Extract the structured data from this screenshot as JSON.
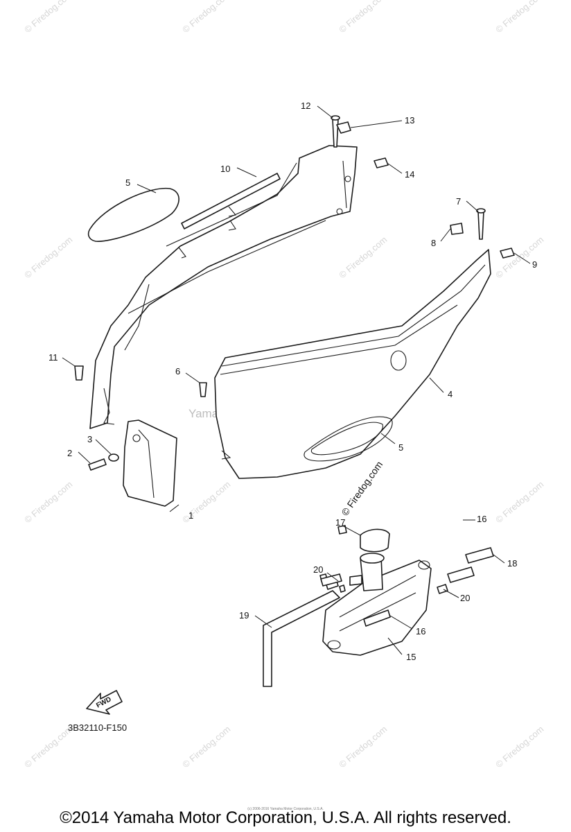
{
  "watermark": "© Firedog.com",
  "diagram": {
    "manufacturer_watermark": "Yamaha Motor Corp, U.S.A.",
    "diagram_code": "3B32110-F150",
    "fwd_label": "FWD",
    "callouts": [
      {
        "id": "c1",
        "label": "1"
      },
      {
        "id": "c2",
        "label": "2"
      },
      {
        "id": "c3",
        "label": "3"
      },
      {
        "id": "c4",
        "label": "4"
      },
      {
        "id": "c5a",
        "label": "5"
      },
      {
        "id": "c5b",
        "label": "5"
      },
      {
        "id": "c6",
        "label": "6"
      },
      {
        "id": "c7",
        "label": "7"
      },
      {
        "id": "c8",
        "label": "8"
      },
      {
        "id": "c9",
        "label": "9"
      },
      {
        "id": "c10",
        "label": "10"
      },
      {
        "id": "c11",
        "label": "11"
      },
      {
        "id": "c12",
        "label": "12"
      },
      {
        "id": "c13",
        "label": "13"
      },
      {
        "id": "c14",
        "label": "14"
      },
      {
        "id": "c15",
        "label": "15"
      },
      {
        "id": "c16a",
        "label": "16"
      },
      {
        "id": "c16b",
        "label": "16"
      },
      {
        "id": "c17",
        "label": "17"
      },
      {
        "id": "c18",
        "label": "18"
      },
      {
        "id": "c19",
        "label": "19"
      },
      {
        "id": "c20a",
        "label": "20"
      },
      {
        "id": "c20b",
        "label": "20"
      }
    ]
  },
  "footer": {
    "fine_print": "(c) 2006-2016 Yamaha Motor Corporation, U.S.A.",
    "copyright": "©2014 Yamaha Motor Corporation, U.S.A. All rights reserved."
  }
}
